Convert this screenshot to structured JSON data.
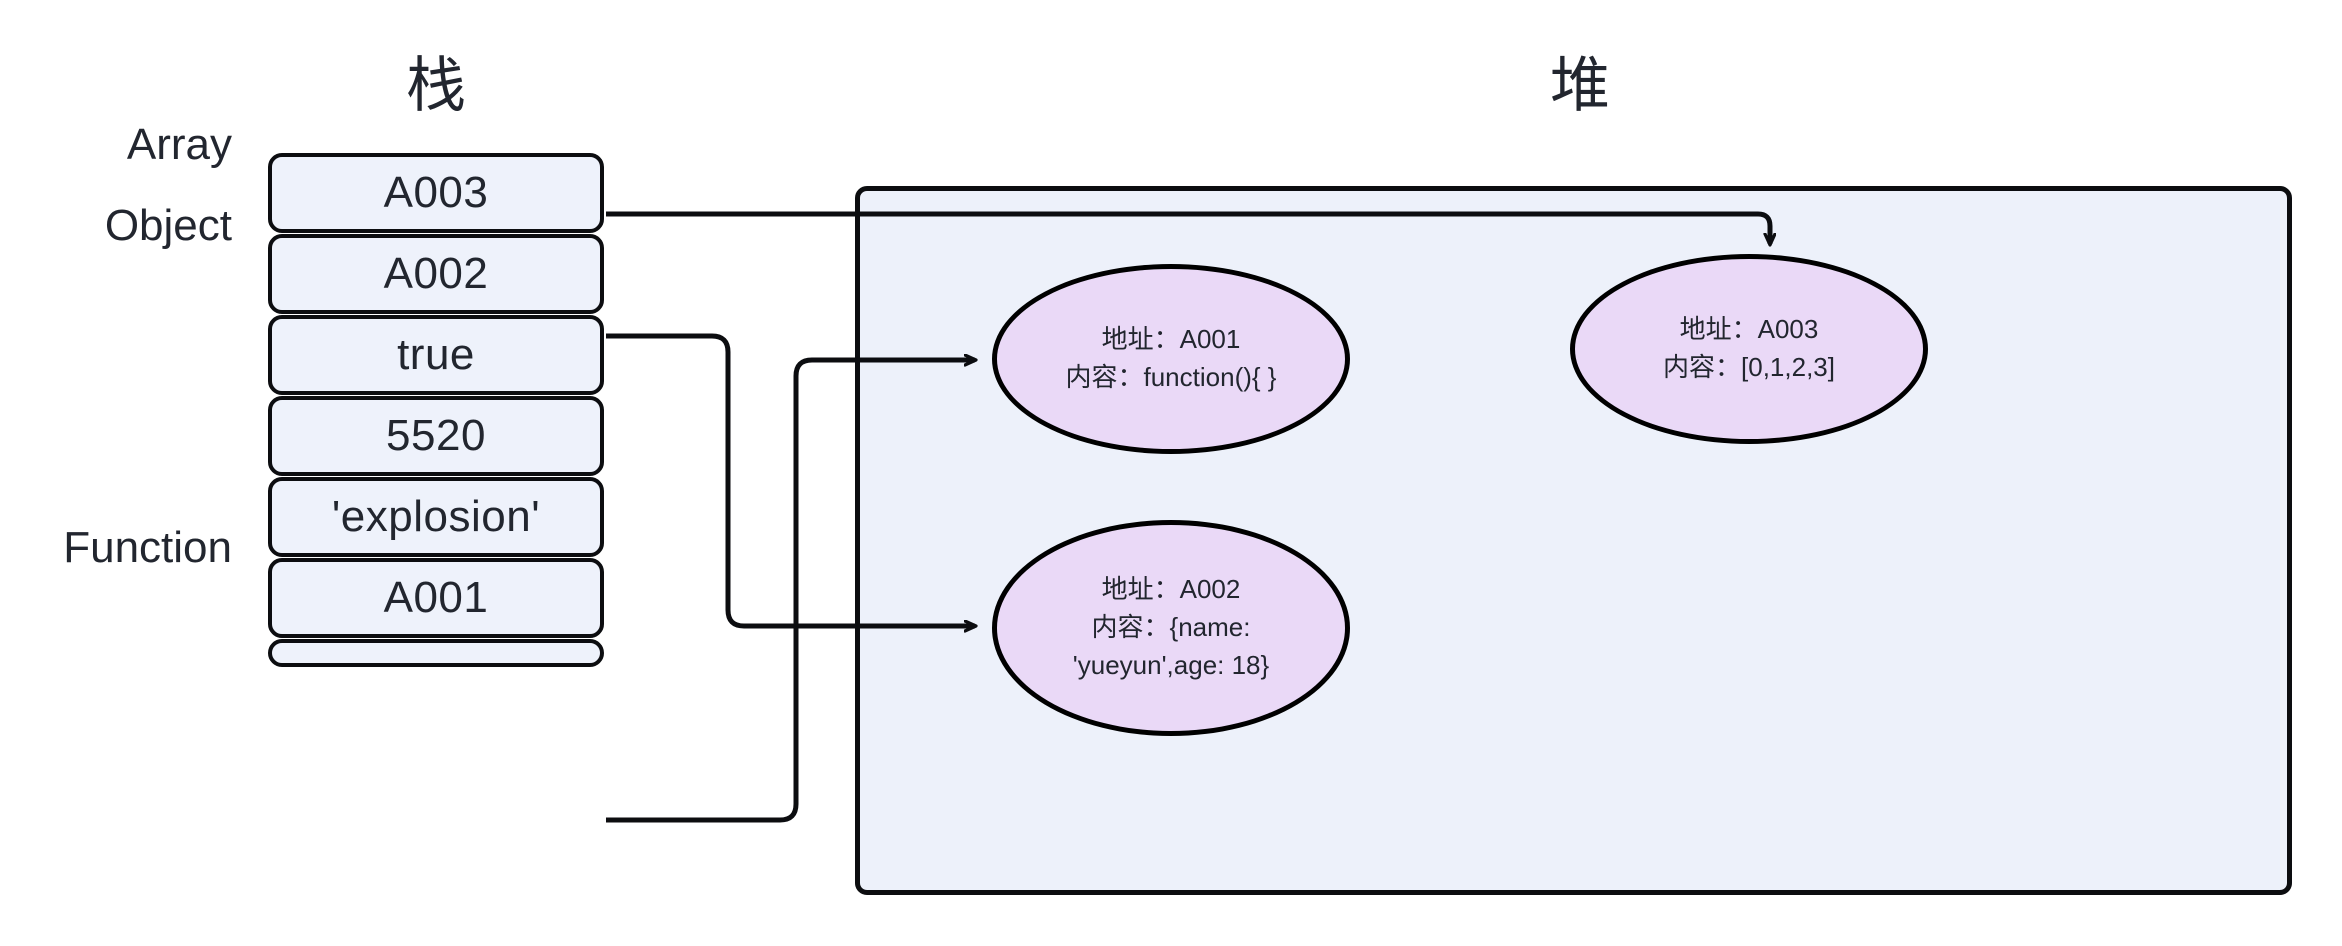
{
  "stack": {
    "title": "栈",
    "slots": [
      {
        "value": "A003",
        "label": "Array"
      },
      {
        "value": "A002",
        "label": "Object"
      },
      {
        "value": "true",
        "label": ""
      },
      {
        "value": "5520",
        "label": ""
      },
      {
        "value": "'explosion'",
        "label": ""
      },
      {
        "value": "A001",
        "label": "Function"
      }
    ]
  },
  "heap": {
    "title": "堆",
    "nodes": [
      {
        "id": "node-a001",
        "address_line": "地址：A001",
        "content_line": "内容：function(){ }",
        "content_line2": ""
      },
      {
        "id": "node-a003",
        "address_line": "地址：A003",
        "content_line": "内容：[0,1,2,3]",
        "content_line2": ""
      },
      {
        "id": "node-a002",
        "address_line": "地址：A002",
        "content_line": "内容：{name:",
        "content_line2": "'yueyun',age: 18}"
      }
    ]
  },
  "colors": {
    "stack_slot_fill": "#eef2fb",
    "heap_fill": "#edf1fa",
    "node_fill": "#ead9f7",
    "stroke": "#0c0d10",
    "text": "#22262f"
  }
}
